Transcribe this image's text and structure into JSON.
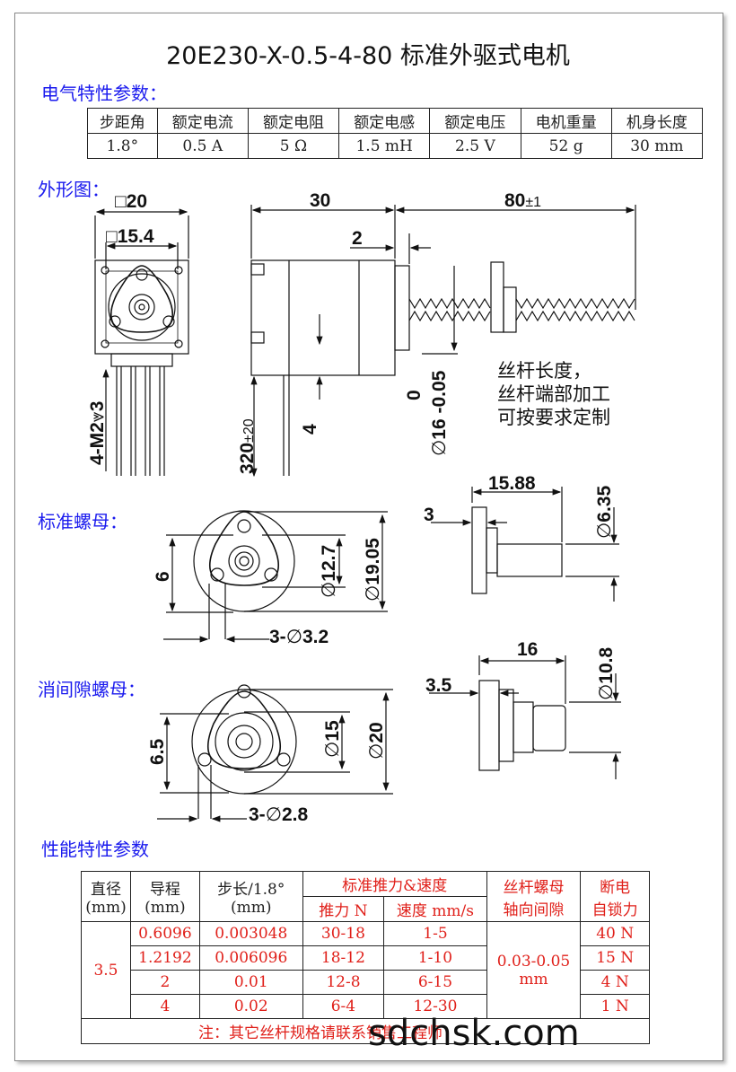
{
  "title": "20E230-X-0.5-4-80 标准外驱式电机",
  "sections": {
    "electrical": "电气特性参数：",
    "outline": "外形图：",
    "standard_nut": "标准螺母：",
    "anti_backlash_nut": "消间隙螺母：",
    "performance": "性能特性参数"
  },
  "electrical_table": {
    "headers": [
      "步距角",
      "额定电流",
      "额定电阻",
      "额定电感",
      "额定电压",
      "电机重量",
      "机身长度"
    ],
    "values": [
      "1.8°",
      "0.5 A",
      "5 Ω",
      "1.5 mH",
      "2.5 V",
      "52 g",
      "30 mm"
    ]
  },
  "outline_dims": {
    "square_outer": "20",
    "square_inner": "15.4",
    "body_length": "30",
    "screw_length": "80",
    "screw_tol": "±1",
    "pilot": "2",
    "mount": "4-M2",
    "mount_depth": "3",
    "lead_length": "320",
    "lead_tol": "±20",
    "lead_offset": "4",
    "boss_tol": "0",
    "boss_dia": "16 -0.05",
    "dia_symbol": "∅",
    "note_lines": [
      "丝杆长度，",
      "丝杆端部加工",
      "可按要求定制"
    ]
  },
  "standard_nut_dims": {
    "offset": "6",
    "d1": "12.7",
    "d2": "19.05",
    "holes": "3-",
    "hole_dia": "3.2",
    "flange": "3",
    "length": "15.88",
    "shaft": "6.35"
  },
  "anti_nut_dims": {
    "offset": "6.5",
    "d1": "15",
    "d2": "20",
    "holes": "3-",
    "hole_dia": "2.8",
    "flange": "3.5",
    "length": "16",
    "shaft": "10.8"
  },
  "performance_table": {
    "h_diameter": "直径",
    "h_diameter_unit": "(mm)",
    "h_lead": "导程",
    "h_lead_unit": "(mm)",
    "h_step": "步长/1.8°",
    "h_step_unit": "(mm)",
    "h_thrust_speed": "标准推力&速度",
    "h_thrust": "推力 N",
    "h_speed": "速度 mm/s",
    "h_backlash_1": "丝杆螺母",
    "h_backlash_2": "轴向间隙",
    "h_lock_1": "断电",
    "h_lock_2": "自锁力",
    "diameter": "3.5",
    "backlash_value": "0.03-0.05",
    "backlash_unit": "mm",
    "rows": [
      {
        "lead": "0.6096",
        "step": "0.003048",
        "thrust": "30-18",
        "speed": "1-5",
        "lock": "40 N"
      },
      {
        "lead": "1.2192",
        "step": "0.006096",
        "thrust": "18-12",
        "speed": "1-10",
        "lock": "15 N"
      },
      {
        "lead": "2",
        "step": "0.01",
        "thrust": "12-8",
        "speed": "6-15",
        "lock": "4 N"
      },
      {
        "lead": "4",
        "step": "0.02",
        "thrust": "6-4",
        "speed": "12-30",
        "lock": "1 N"
      }
    ],
    "note": "注：其它丝杆规格请联系销售工程师"
  },
  "watermark": "sdchsk.com"
}
